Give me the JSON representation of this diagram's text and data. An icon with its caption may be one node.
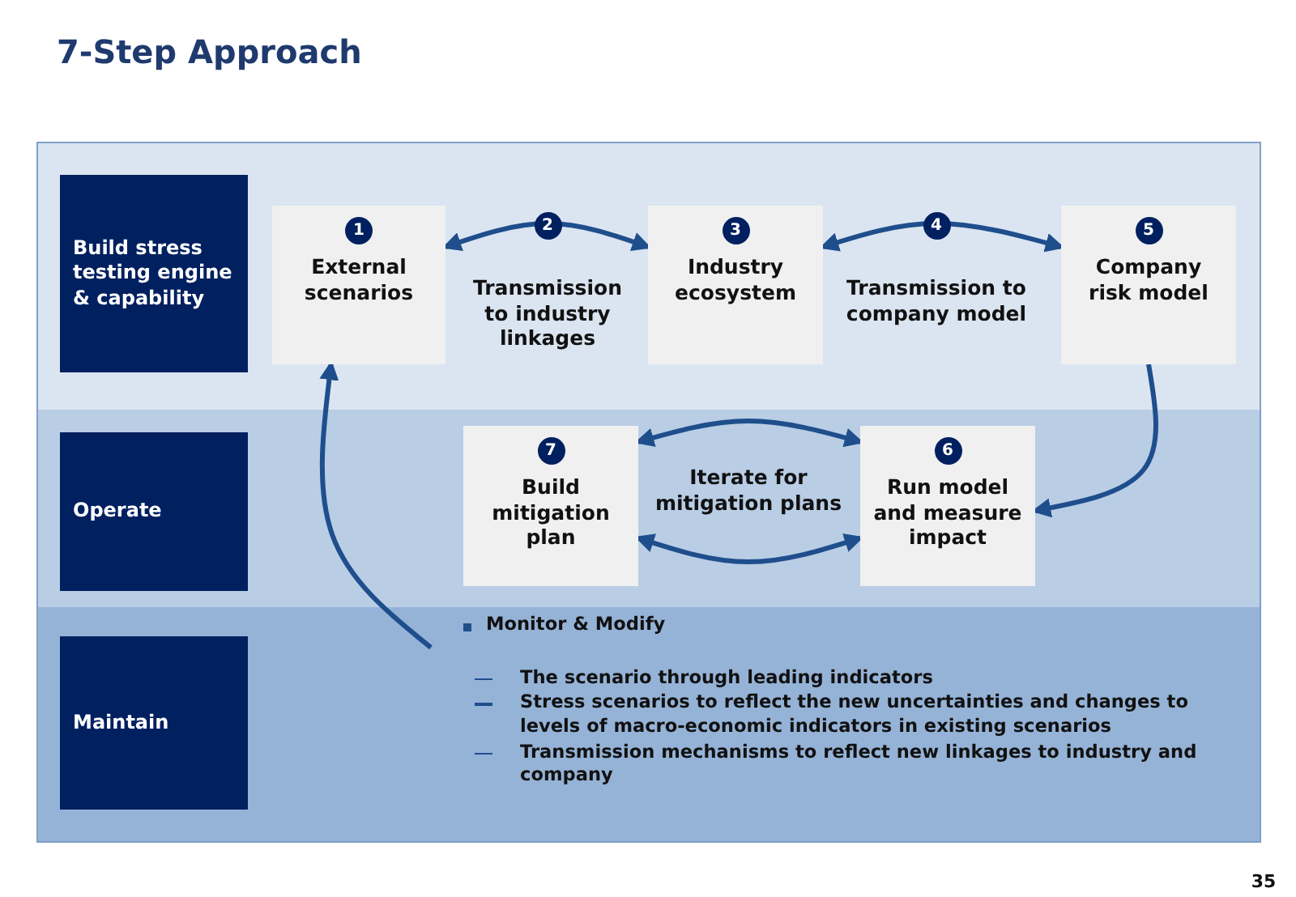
{
  "diagram": {
    "title": "7-Step Approach",
    "nodes": [
      {
        "text": [
          "Build stress testing engine & capability"
        ]
      },
      {
        "text": [
          "Operate"
        ]
      },
      {
        "text": [
          "Maintain"
        ]
      },
      {
        "text": [
          "1",
          "External scenarios"
        ]
      },
      {
        "text": [
          "3",
          "Industry ecosystem"
        ]
      },
      {
        "text": [
          "5",
          "Company risk model"
        ]
      },
      {
        "text": [
          "7",
          "Build mitigation plan"
        ]
      },
      {
        "text": [
          "6",
          "Run model and measure impact"
        ]
      },
      {
        "text": [
          "Monitor & Modify",
          "The scenario through leading indicators",
          "Stress scenarios to reflect the new uncertainties and changes to levels of macro-economic indicators in existing scenarios",
          "Transmission mechanisms to reflect new linkages to industry and company"
        ]
      }
    ],
    "edges": [
      {
        "from": 3,
        "to": 4,
        "arrow": "both",
        "label": "2"
      },
      {
        "from": 4,
        "to": 5,
        "arrow": "both",
        "label": "4"
      },
      {
        "from": 5,
        "to": 7,
        "arrow": "to"
      },
      {
        "from": 6,
        "to": 7,
        "arrow": "both"
      },
      {
        "from": 6,
        "to": 7,
        "arrow": "both"
      },
      {
        "from": 8,
        "to": 3,
        "arrow": "to"
      }
    ],
    "labels": [
      "Transmission to industry linkages",
      "Transmission to company model",
      "Iterate for mitigation plans",
      "35"
    ]
  }
}
